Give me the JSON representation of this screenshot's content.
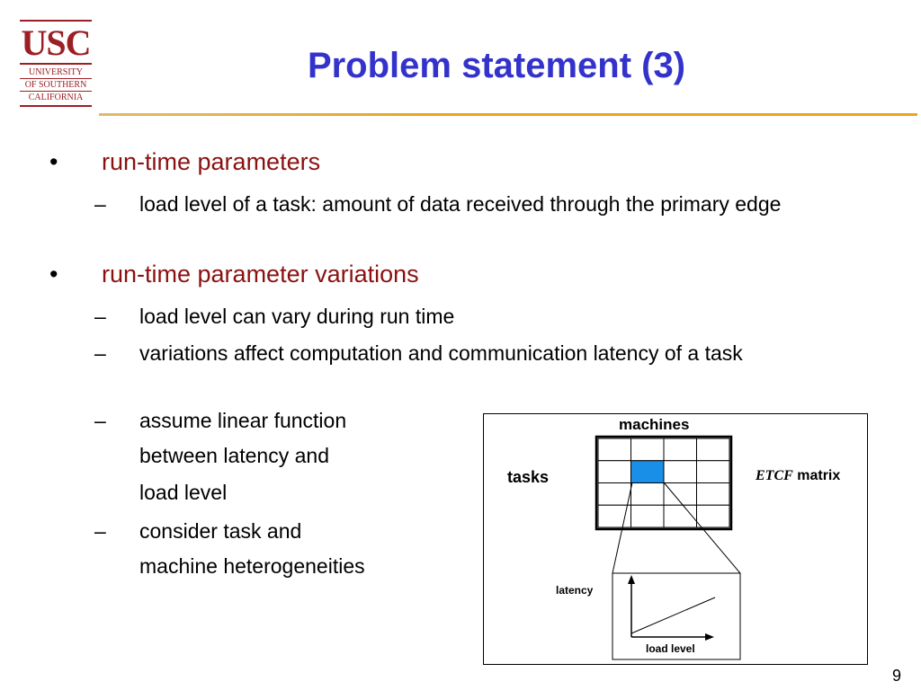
{
  "logo": {
    "mark": "USC",
    "lines": [
      "UNIVERSITY",
      "OF SOUTHERN",
      "CALIFORNIA"
    ]
  },
  "slide": {
    "title": "Problem statement (3)",
    "page": "9"
  },
  "bullets": {
    "marker": "•",
    "dash": "–",
    "b1": {
      "text": "run-time parameters"
    },
    "b1_1": {
      "text": "load level of a task: amount of data received through the primary edge"
    },
    "b2": {
      "text": "run-time parameter variations"
    },
    "b2_1": {
      "text": "load level can vary during run time"
    },
    "b2_2": {
      "text": "variations affect computation and communication latency of a task"
    },
    "b2_3": {
      "line1": "assume linear function",
      "line2": "between latency and",
      "line3": "load level"
    },
    "b2_4": {
      "line1": "consider task and",
      "line2": "machine heterogeneities"
    }
  },
  "diagram": {
    "machines_label": "machines",
    "tasks_label": "tasks",
    "matrix_italic": "ETCF",
    "matrix_label": " matrix",
    "latency_label": "latency",
    "load_label": "load level",
    "highlight_color": "#1a8fe8",
    "grid": {
      "rows": 4,
      "cols": 4,
      "highlight_row": 1,
      "highlight_col": 1
    }
  }
}
